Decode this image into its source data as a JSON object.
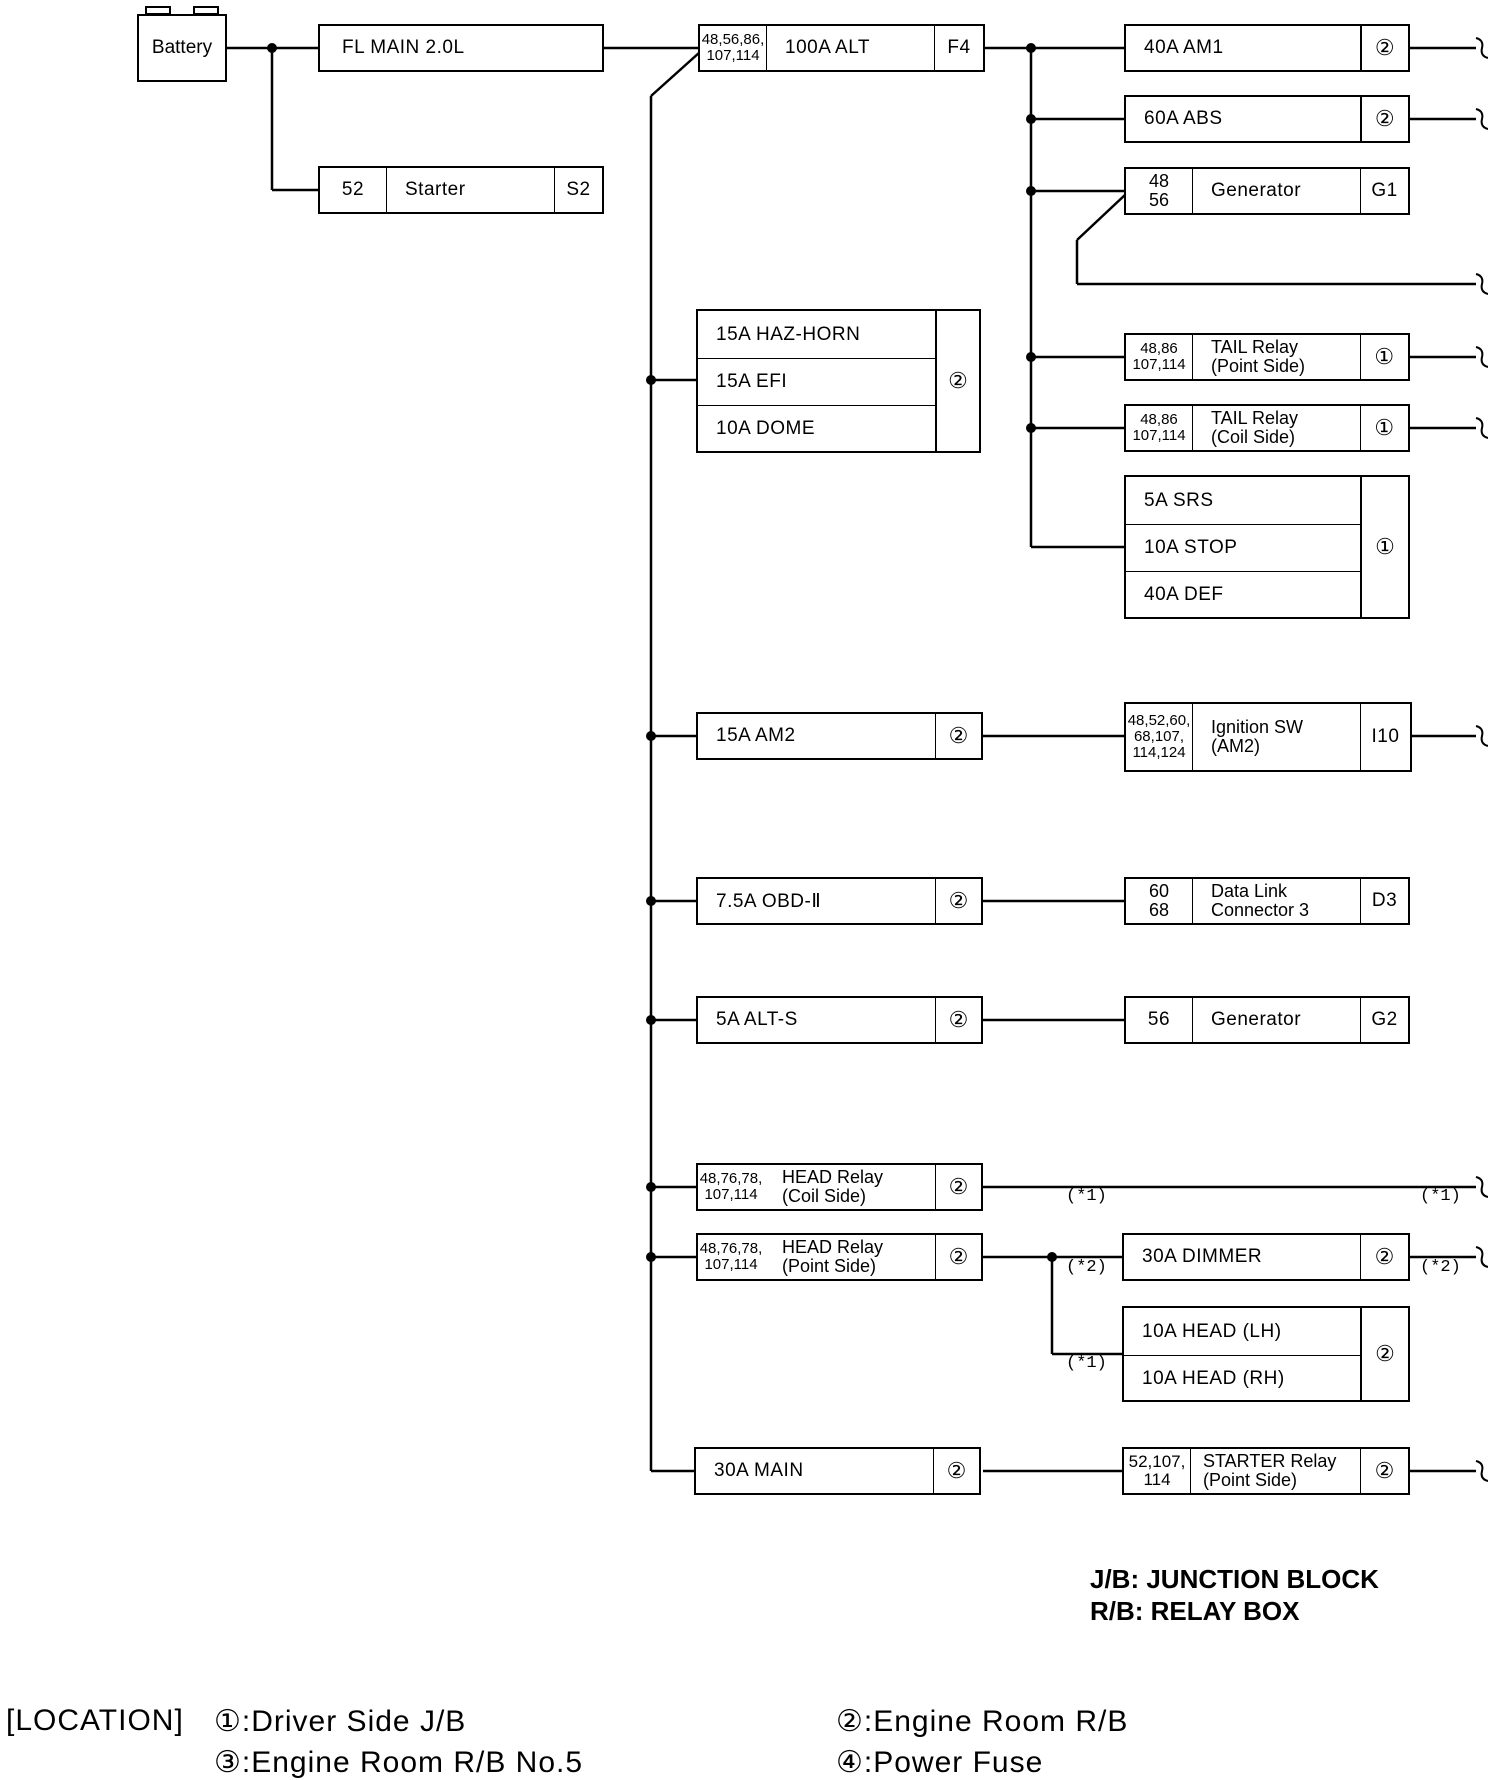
{
  "battery": "Battery",
  "fl_main": "FL MAIN 2.0L",
  "starter": {
    "pages": "52",
    "name": "Starter",
    "code": "S2"
  },
  "alt": {
    "pages_l1": "48,56,86,",
    "pages_l2": "107,114",
    "name": "100A ALT",
    "code": "F4"
  },
  "am1": {
    "name": "40A AM1",
    "loc": "②"
  },
  "abs": {
    "name": "60A ABS",
    "loc": "②"
  },
  "gen1": {
    "pages_l1": "48",
    "pages_l2": "56",
    "name": "Generator",
    "code": "G1"
  },
  "tail_point": {
    "pages_l1": "48,86",
    "pages_l2": "107,114",
    "name_l1": "TAIL Relay",
    "name_l2": "(Point Side)",
    "loc": "①"
  },
  "tail_coil": {
    "pages_l1": "48,86",
    "pages_l2": "107,114",
    "name_l1": "TAIL Relay",
    "name_l2": "(Coil Side)",
    "loc": "①"
  },
  "group_srs": {
    "rows": [
      "5A SRS",
      "10A STOP",
      "40A DEF"
    ],
    "loc": "①"
  },
  "group_haz": {
    "rows": [
      "15A HAZ-HORN",
      "15A EFI",
      "10A DOME"
    ],
    "loc": "②"
  },
  "am2": {
    "name": "15A AM2",
    "loc": "②"
  },
  "ign": {
    "pages_l1": "48,52,60,",
    "pages_l2": "68,107,",
    "pages_l3": "114,124",
    "name_l1": "Ignition SW",
    "name_l2": "(AM2)",
    "code": "I10"
  },
  "obd": {
    "name": "7.5A OBD-Ⅱ",
    "loc": "②"
  },
  "dlc": {
    "pages_l1": "60",
    "pages_l2": "68",
    "name_l1": "Data Link",
    "name_l2": "Connector 3",
    "code": "D3"
  },
  "alts": {
    "name": "5A ALT-S",
    "loc": "②"
  },
  "gen2": {
    "pages": "56",
    "name": "Generator",
    "code": "G2"
  },
  "head_coil": {
    "pages_l1": "48,76,78,",
    "pages_l2": "107,114",
    "name_l1": "HEAD Relay",
    "name_l2": "(Coil Side)",
    "loc": "②"
  },
  "head_point": {
    "pages_l1": "48,76,78,",
    "pages_l2": "107,114",
    "name_l1": "HEAD Relay",
    "name_l2": "(Point Side)",
    "loc": "②"
  },
  "dimmer": {
    "name": "30A DIMMER",
    "loc": "②"
  },
  "group_head": {
    "rows": [
      "10A HEAD (LH)",
      "10A HEAD (RH)"
    ],
    "loc": "②"
  },
  "main30": {
    "name": "30A MAIN",
    "loc": "②"
  },
  "starter_relay": {
    "pages_l1": "52,107,",
    "pages_l2": "114",
    "name_l1": "STARTER Relay",
    "name_l2": "(Point Side)",
    "loc": "②"
  },
  "notes": {
    "n1a": "(*1)",
    "n1b": "(*1)",
    "n2a": "(*2)",
    "n2b": "(*2)",
    "n1c": "(*1)"
  },
  "legend": {
    "jb": "J/B: JUNCTION BLOCK",
    "rb": "R/B: RELAY BOX"
  },
  "location": {
    "label": "[LOCATION]",
    "l1": "①:Driver Side J/B",
    "l2": "②:Engine Room R/B",
    "l3": "③:Engine Room R/B No.5",
    "l4": "④:Power Fuse"
  }
}
